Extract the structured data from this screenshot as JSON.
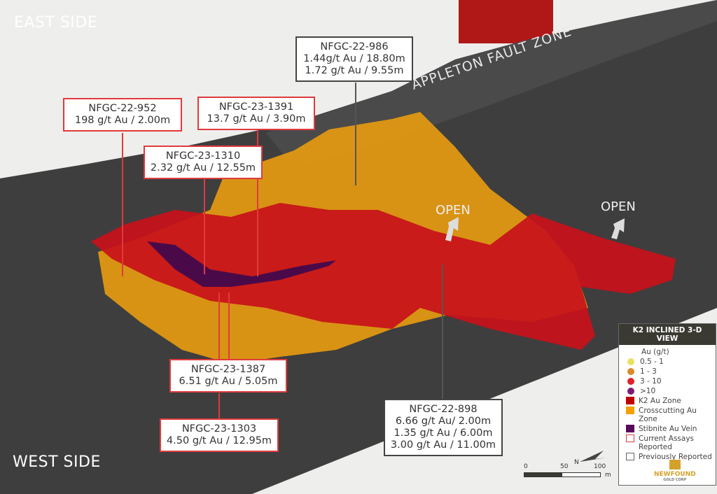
{
  "labels": {
    "east_side": "EAST SIDE",
    "west_side": "WEST SIDE",
    "fault_zone": "APPLETON FAULT ZONE",
    "open_left": "OPEN",
    "open_right": "OPEN"
  },
  "callouts": [
    {
      "hole": "NFGC-22-952",
      "lines": [
        "198 g/t Au / 2.00m"
      ],
      "status": "current"
    },
    {
      "hole": "NFGC-23-1391",
      "lines": [
        "13.7 g/t Au / 3.90m"
      ],
      "status": "current"
    },
    {
      "hole": "NFGC-23-1310",
      "lines": [
        "2.32 g/t Au / 12.55m"
      ],
      "status": "current"
    },
    {
      "hole": "NFGC-22-986",
      "lines": [
        "1.44g/t Au / 18.80m",
        "1.72 g/t Au / 9.55m"
      ],
      "status": "previous"
    },
    {
      "hole": "NFGC-23-1387",
      "lines": [
        "6.51 g/t Au / 5.05m"
      ],
      "status": "current"
    },
    {
      "hole": "NFGC-23-1303",
      "lines": [
        "4.50 g/t Au / 12.95m"
      ],
      "status": "current"
    },
    {
      "hole": "NFGC-22-898",
      "lines": [
        "6.66 g/t Au/ 2.00m",
        "1.35 g/t Au / 6.00m",
        "3.00 g/t Au / 11.00m"
      ],
      "status": "previous"
    }
  ],
  "legend": {
    "title": "K2 INCLINED 3-D VIEW",
    "grade_header": "Au (g/t)",
    "grades": [
      {
        "label": "0.5 - 1",
        "color": "#e8e060"
      },
      {
        "label": "1 - 3",
        "color": "#d98a2a"
      },
      {
        "label": "3 - 10",
        "color": "#e0202a"
      },
      {
        "label": ">10",
        "color": "#7a1a78"
      }
    ],
    "zones": [
      {
        "label": "K2 Au Zone",
        "color": "#c00000"
      },
      {
        "label": "Crosscutting Au Zone",
        "color": "#f5a000"
      },
      {
        "label": "Stibnite Au Vein",
        "color": "#5a0a5a"
      }
    ],
    "boxes": [
      {
        "label": "Current Assays Reported",
        "color": "#e03a3e"
      },
      {
        "label": "Previously Reported",
        "color": "#666666"
      }
    ],
    "logo": {
      "name": "NEWFOUND",
      "sub": "GOLD CORP"
    }
  },
  "scale": {
    "ticks": [
      "0",
      "50",
      "100"
    ],
    "unit": "m",
    "north": "N"
  }
}
